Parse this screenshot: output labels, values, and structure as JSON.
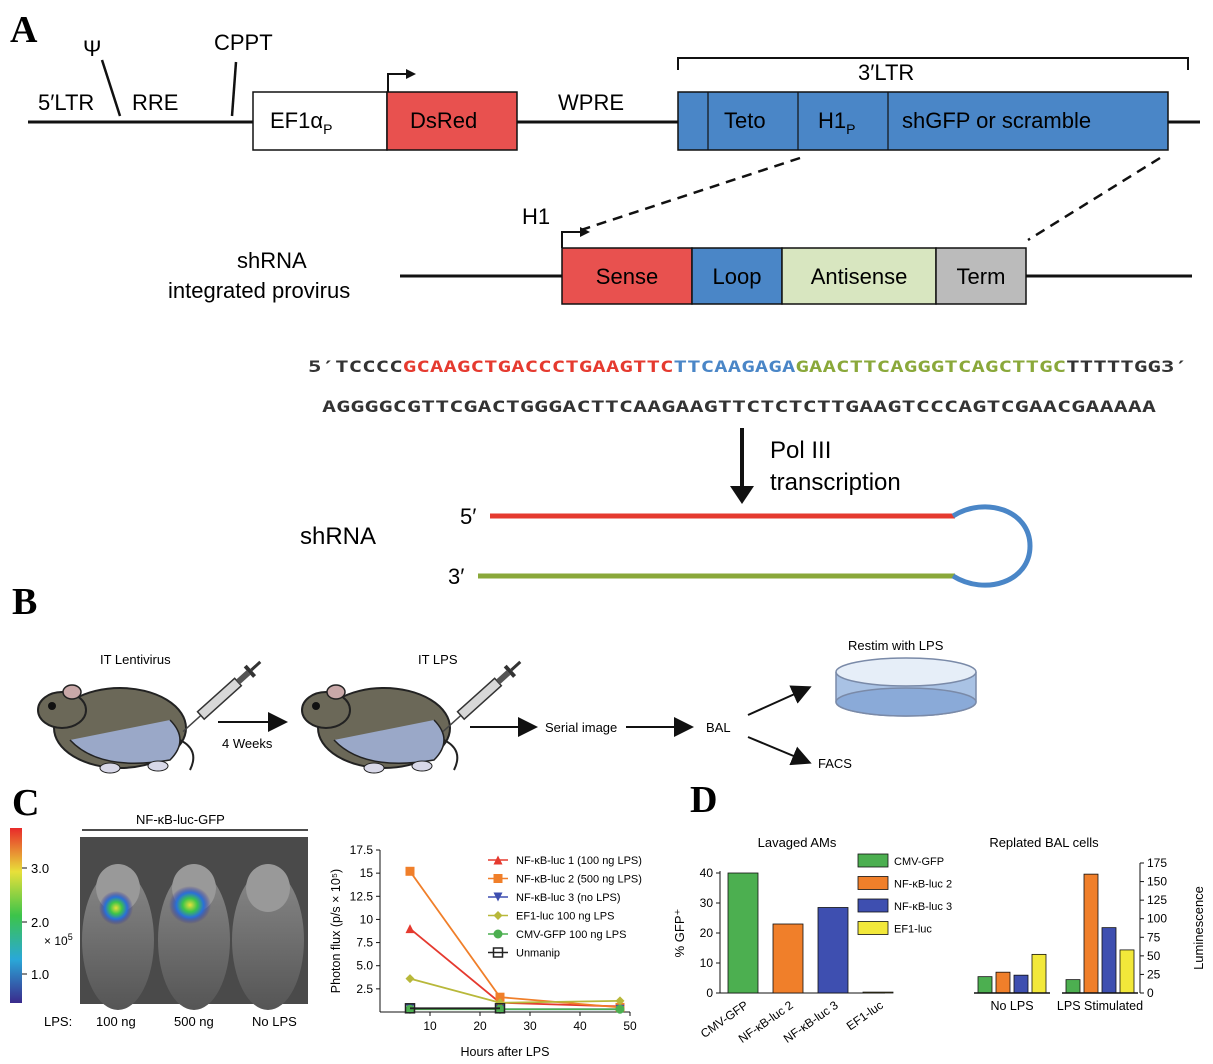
{
  "panel_labels": {
    "a": "A",
    "b": "B",
    "c": "C",
    "d": "D"
  },
  "panelA": {
    "psi": "Ψ",
    "cppt": "CPPT",
    "ltr5": "5′LTR",
    "rre": "RRE",
    "ef1": "EF1α",
    "ef1_sub": "P",
    "dsred": "DsRed",
    "wpre": "WPRE",
    "ltr3": "3′LTR",
    "teto": "Teto",
    "h1p": "H1",
    "h1p_sub": "P",
    "shgfp": "shGFP or scramble",
    "h1": "H1",
    "shrna_label1": "shRNA",
    "shrna_label2": "integrated provirus",
    "sense": "Sense",
    "loop": "Loop",
    "antisense": "Antisense",
    "term": "Term",
    "seq_top": {
      "prefix": "5′TCCCC",
      "sense": "GCAAGCTGACCCTGAAGTTC",
      "loop": "TTCAAGAGA",
      "antisense": "GAACTTCAGGGTCAGCTTGC",
      "suffix": "TTTTTGG3′"
    },
    "seq_bottom": "AGGGGCGTTCGACTGGGACTTCAAGAAGTTCTCTCTTGAAGTCCCAGTCGAACGAAAAA",
    "pol1": "Pol III",
    "pol2": "transcription",
    "shrna": "shRNA",
    "end5": "5′",
    "end3": "3′",
    "colors": {
      "sense": "#e8514f",
      "loop": "#4a86c7",
      "antisense": "#d8e6c0",
      "term": "#bbbbbb",
      "dsred": "#e8514f",
      "blue": "#4a86c7",
      "red_line": "#e53a2f",
      "green_line": "#8aa83a"
    }
  },
  "panelB": {
    "it_lenti": "IT Lentivirus",
    "weeks": "4 Weeks",
    "it_lps": "IT LPS",
    "serial": "Serial image",
    "bal": "BAL",
    "restim": "Restim with LPS",
    "facs": "FACS"
  },
  "panelC": {
    "title": "NF-κB-luc-GFP",
    "scale_ticks": [
      "3.0",
      "2.0",
      "1.0"
    ],
    "scale_unit": "× 10",
    "scale_exp": "5",
    "lps_label": "LPS:",
    "conditions": [
      "100 ng",
      "500 ng",
      "No LPS"
    ],
    "chart_data": {
      "type": "line",
      "xlabel": "Hours after LPS",
      "ylabel": "Photon flux (p/s × 10⁵)",
      "xlim": [
        0,
        50
      ],
      "ylim": [
        0,
        17.5
      ],
      "xticks": [
        10,
        20,
        30,
        40,
        50
      ],
      "yticks": [
        2.5,
        5.0,
        7.5,
        10,
        12.5,
        15,
        17.5
      ],
      "ytick_labels": [
        "2.5",
        "5.0",
        "7.5",
        "10",
        "12.5",
        "15",
        "17.5"
      ],
      "series": [
        {
          "name": "NF-κB-luc 1 (100 ng LPS)",
          "color": "#e53a2f",
          "marker": "triangle",
          "x": [
            6,
            24,
            48
          ],
          "y": [
            9.0,
            1.0,
            0.6
          ]
        },
        {
          "name": "NF-κB-luc 2 (500 ng LPS)",
          "color": "#f07f2a",
          "marker": "square",
          "x": [
            6,
            24,
            48
          ],
          "y": [
            15.2,
            1.6,
            0.5
          ]
        },
        {
          "name": "NF-κB-luc 3 (no LPS)",
          "color": "#3e4fb0",
          "marker": "triangle-down",
          "x": [
            6,
            24,
            48
          ],
          "y": [
            0.4,
            0.3,
            0.3
          ]
        },
        {
          "name": "EF1-luc 100 ng LPS",
          "color": "#b8b83a",
          "marker": "diamond",
          "x": [
            6,
            24,
            48
          ],
          "y": [
            3.6,
            1.0,
            1.2
          ]
        },
        {
          "name": "CMV-GFP 100 ng LPS",
          "color": "#4caf50",
          "marker": "circle",
          "x": [
            6,
            24,
            48
          ],
          "y": [
            0.3,
            0.3,
            0.3
          ]
        },
        {
          "name": "Unmanip",
          "color": "#222222",
          "marker": "open-square",
          "x": [
            6,
            24
          ],
          "y": [
            0.4,
            0.4
          ]
        }
      ]
    }
  },
  "panelD": {
    "chart_data": [
      {
        "type": "bar",
        "title": "Lavaged AMs",
        "ylabel": "% GFP⁺",
        "ylim": [
          0,
          40
        ],
        "yticks": [
          0,
          10,
          20,
          30,
          40
        ],
        "categories": [
          "CMV-GFP",
          "NF-κB-luc 2",
          "NF-κB-luc 3",
          "EF1-luc"
        ],
        "values": [
          40,
          23,
          28.5,
          0.3
        ],
        "colors": [
          "#4caf50",
          "#f07f2a",
          "#3e4fb0",
          "#f2e83a"
        ]
      },
      {
        "type": "bar",
        "title": "Replated BAL cells",
        "ylabel": "Luminescence",
        "ylim": [
          0,
          175
        ],
        "yticks": [
          0,
          25,
          50,
          75,
          100,
          125,
          150,
          175
        ],
        "groups": [
          "No LPS",
          "LPS Stimulated"
        ],
        "series": [
          {
            "name": "CMV-GFP",
            "color": "#4caf50",
            "values": [
              22,
              18
            ]
          },
          {
            "name": "NF-κB-luc 2",
            "color": "#f07f2a",
            "values": [
              28,
              160
            ]
          },
          {
            "name": "NF-κB-luc 3",
            "color": "#3e4fb0",
            "values": [
              24,
              88
            ]
          },
          {
            "name": "EF1-luc",
            "color": "#f2e83a",
            "values": [
              52,
              58
            ]
          }
        ]
      }
    ]
  }
}
